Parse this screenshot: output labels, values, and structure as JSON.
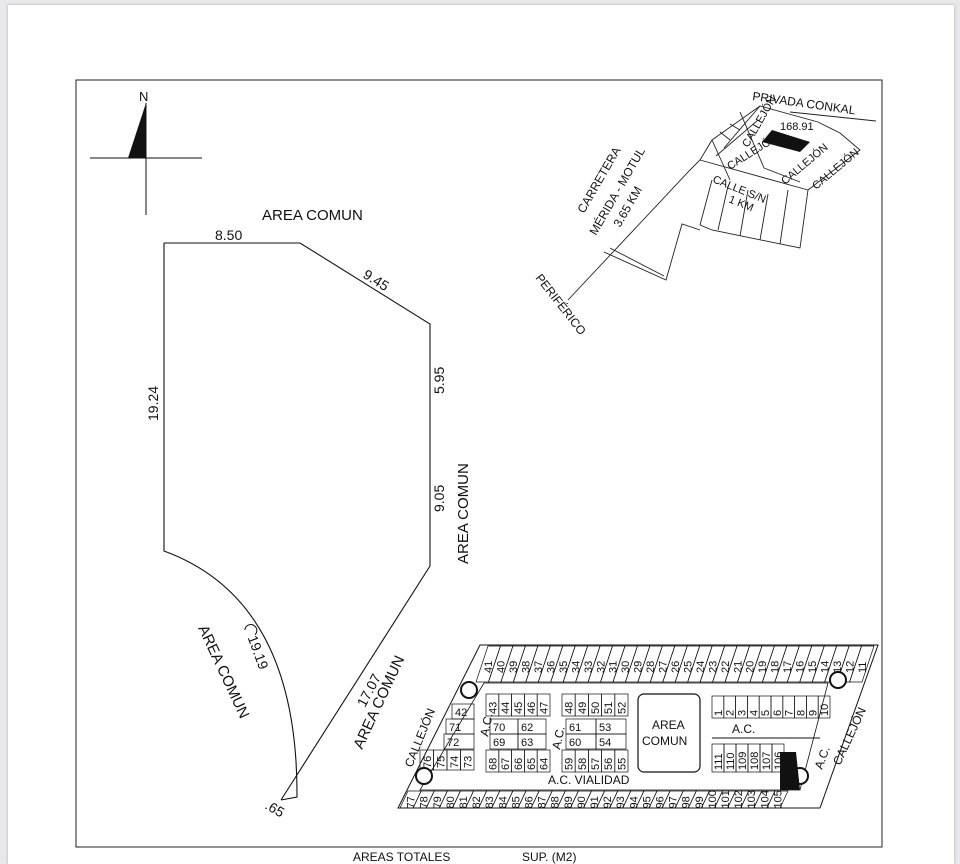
{
  "north_label": "N",
  "lot": {
    "dimensions": {
      "top": "8.50",
      "upper_diagonal": "9.45",
      "right_upper": "5.95",
      "right_lower": "9.05",
      "left": "19.24",
      "lower_diagonal": "17.07",
      "arc": "19.19",
      "bottom": ".65"
    },
    "boundaries": {
      "top": "AREA COMUN",
      "right": "AREA COMUN",
      "lower_right": "AREA COMUN",
      "lower_left": "AREA COMUN"
    }
  },
  "location_map": {
    "privada": "PRIVADA CONKAL",
    "carretera_line1": "CARRETERA",
    "carretera_line2": "MÉRIDA - MOTUL",
    "carretera_line3": "3.65 KM",
    "periferico": "PERIFÉRICO",
    "callejon_1": "CALLEJÓN",
    "callejon_2": "CALLEJÓN",
    "callejon_3": "CALLEJÓN",
    "callejon_4": "CALLEJÓN",
    "calle": "CALLE S/N",
    "calle_km": "1 KM",
    "area": "168.91"
  },
  "site_plan": {
    "top_row_lots": [
      "41",
      "40",
      "39",
      "38",
      "37",
      "36",
      "35",
      "34",
      "33",
      "32",
      "31",
      "30",
      "29",
      "28",
      "27",
      "26",
      "25",
      "24",
      "23",
      "22",
      "21",
      "20",
      "19",
      "18",
      "17",
      "16",
      "15",
      "14",
      "13",
      "12",
      "11"
    ],
    "bottom_row_lots": [
      "77",
      "78",
      "79",
      "80",
      "81",
      "82",
      "83",
      "84",
      "85",
      "86",
      "87",
      "88",
      "89",
      "90",
      "91",
      "92",
      "93",
      "94",
      "95",
      "96",
      "97",
      "98",
      "99",
      "100",
      "101",
      "102",
      "103",
      "104",
      "105"
    ],
    "block_a": {
      "upper": [
        "42"
      ],
      "middle": [
        "71"
      ],
      "lower": [
        "72"
      ],
      "bottom": [
        "76",
        "75",
        "74",
        "73"
      ]
    },
    "block_b": {
      "upper": [
        "43",
        "44",
        "45",
        "46",
        "47"
      ],
      "middle": [
        "70",
        "62"
      ],
      "lower": [
        "69",
        "63"
      ],
      "bottom": [
        "68",
        "67",
        "66",
        "65",
        "64"
      ]
    },
    "block_c": {
      "upper": [
        "48",
        "49",
        "50",
        "51",
        "52"
      ],
      "middle": [
        "61",
        "53"
      ],
      "lower": [
        "60",
        "54"
      ],
      "bottom": [
        "59",
        "58",
        "57",
        "56",
        "55"
      ]
    },
    "block_d_top": [
      "1",
      "2",
      "3",
      "4",
      "5",
      "6",
      "7",
      "8",
      "9",
      "10"
    ],
    "block_d_bottom": [
      "111",
      "110",
      "109",
      "108",
      "107",
      "106"
    ],
    "area_comun_line1": "AREA",
    "area_comun_line2": "COMUN",
    "ac_label_1": "A.C.",
    "ac_label_2": "A.C.",
    "ac_label_3": "A.C.",
    "ac_label_4": "A.C.",
    "ac_vialidad": "A.C. VIALIDAD",
    "callejon_left": "CALLEJÓN",
    "callejon_right": "CALLEJÓN"
  },
  "footer": {
    "areas_totales": "AREAS TOTALES",
    "sup": "SUP. (M2)"
  }
}
